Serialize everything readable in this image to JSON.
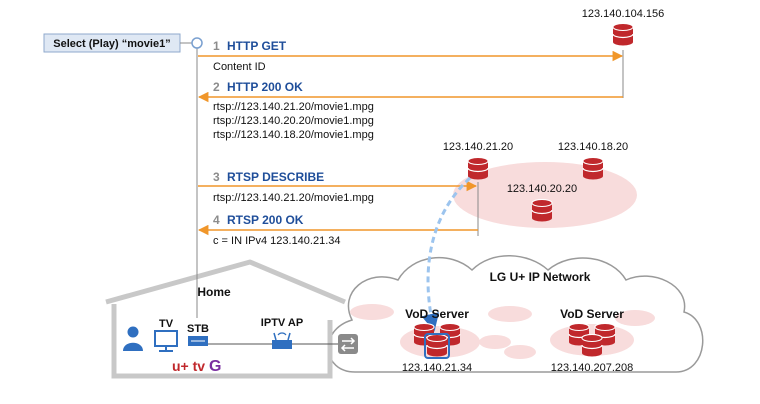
{
  "select_button": {
    "label": "Select (Play) “movie1”"
  },
  "steps": [
    {
      "num": "1",
      "title": "HTTP GET",
      "lines": [
        "Content ID"
      ]
    },
    {
      "num": "2",
      "title": "HTTP 200 OK",
      "lines": [
        "rtsp://123.140.21.20/movie1.mpg",
        "rtsp://123.140.20.20/movie1.mpg",
        "rtsp://123.140.18.20/movie1.mpg"
      ]
    },
    {
      "num": "3",
      "title": "RTSP DESCRIBE",
      "lines": [
        "rtsp://123.140.21.20/movie1.mpg"
      ]
    },
    {
      "num": "4",
      "title": "RTSP 200 OK",
      "lines": [
        "c = IN IPv4 123.140.21.34"
      ]
    }
  ],
  "servers": {
    "http_server": "123.140.104.156",
    "rtsp_a": "123.140.21.20",
    "rtsp_b": "123.140.18.20",
    "rtsp_c": "123.140.20.20"
  },
  "home": {
    "label": "Home",
    "tv": "TV",
    "stb": "STB",
    "ap": "IPTV AP",
    "brand_main": "u+ tv",
    "brand_g": "G"
  },
  "network": {
    "label": "LG U+ IP Network",
    "vod1": {
      "name": "VoD Server",
      "ip": "123.140.21.34"
    },
    "vod2": {
      "name": "VoD Server",
      "ip": "123.140.207.208"
    }
  },
  "colors": {
    "arrow": "#f0962a",
    "step_title": "#1f4e9a",
    "server": "#c0282c",
    "cluster": "#f8dcdc",
    "user": "#2f6fc0"
  }
}
